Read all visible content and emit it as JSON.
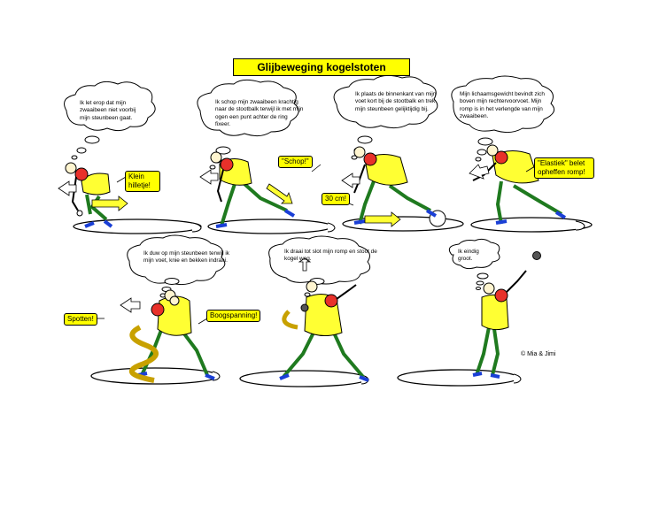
{
  "title": "Glijbeweging kogelstoten",
  "credit": "© Mia & Jimi",
  "bubbles": [
    "Ik let erop dat mijn zwaaibeen niet voorbij mijn steunbeen gaat.",
    "Ik schop mijn zwaaibeen krachtig naar de stootbalk terwijl ik met mijn ogen een punt achter de ring fixeer.",
    "Ik plaats de binnenkant van mijn voet kort bij de stootbalk en trek mijn steunbeen gelijktijdig bij.",
    "Mijn lichaamsgewicht bevindt zich boven mijn rechtervoorvoet. Mijn romp is in het verlengde van mijn zwaaibeen.",
    "Ik duw op mijn steunbeen terwijl ik mijn voet, knie en bekken indraai.",
    "Ik draai tot slot mijn romp en stoot de kogel weg.",
    "Ik eindig groot."
  ],
  "labels": {
    "klein_hilletje": "Klein hilletje!",
    "schop": "\"Schop!\"",
    "dertig_cm": "30 cm!",
    "elastiek": "\"Elastiek\" belet opheffen romp!",
    "spotten": "Spotten!",
    "boogspanning": "Boogspanning!"
  },
  "colors": {
    "shirt": "#ffff33",
    "shirt_red": "#e8312a",
    "legs": "#1f7a1f",
    "shoes": "#1a3fd6",
    "label_bg": "#ffff00",
    "arrow": "#ffffff"
  }
}
